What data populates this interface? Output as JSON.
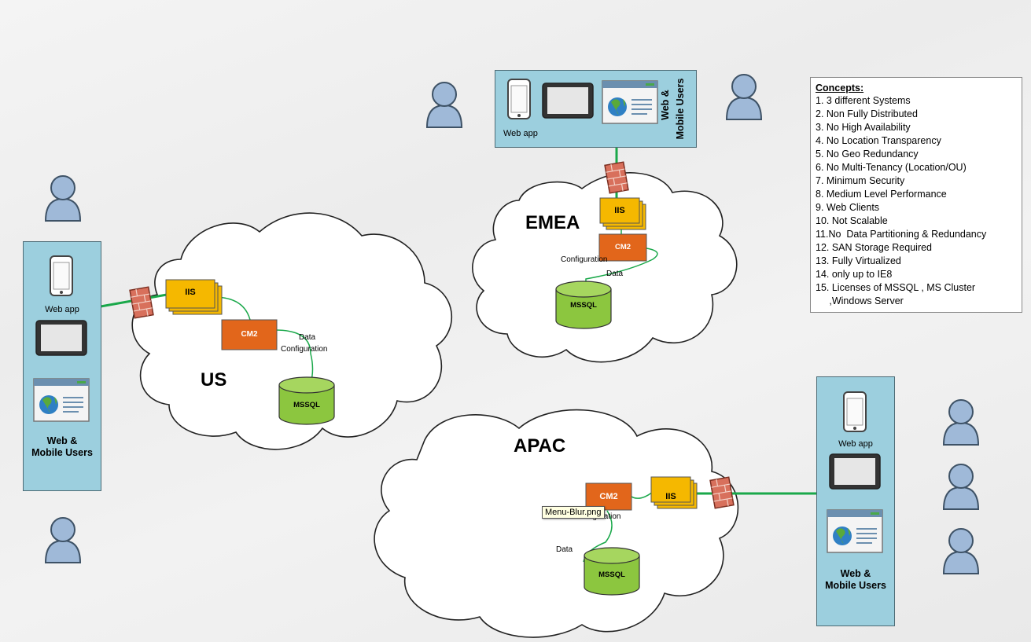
{
  "regions": {
    "us": "US",
    "emea": "EMEA",
    "apac": "APAC"
  },
  "components": {
    "iis": "IIS",
    "cm2": "CM2",
    "mssql": "MSSQL",
    "data": "Data",
    "configuration": "Configuration"
  },
  "user_panels": {
    "title": "Web & Mobile Users",
    "title_line1": "Web &",
    "title_line2": "Mobile Users",
    "webapp": "Web app"
  },
  "concepts": {
    "title": "Concepts:",
    "items": [
      "1. 3 different Systems",
      "2. Non Fully Distributed",
      "3. No High Availability",
      "4. No Location Transparency",
      "5. No Geo Redundancy",
      "6. No Multi-Tenancy (Location/OU)",
      "7. Minimum Security",
      "8. Medium Level Performance",
      "9. Web Clients",
      "10. Not Scalable",
      "11.No  Data Partitioning & Redundancy",
      "12. SAN Storage Required",
      "13. Fully Virtualized",
      "14. only up to IE8",
      "15. Licenses of MSSQL , MS Cluster",
      "     ,Windows Server"
    ]
  },
  "tooltip": "Menu-Blur.png",
  "colors": {
    "panel": "#9ccfde",
    "link": "#1aa84a",
    "iis": "#f5b800",
    "cm2": "#e2661b",
    "mssql": "#8cc63f",
    "user": "#9fb9d8"
  }
}
